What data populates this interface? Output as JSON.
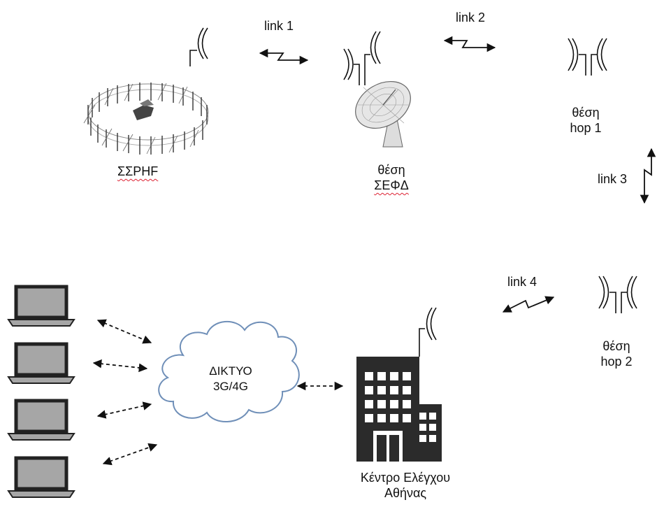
{
  "links": {
    "link1": "link 1",
    "link2": "link 2",
    "link3": "link 3",
    "link4": "link 4"
  },
  "sites": {
    "ssphf": "ΣΣΡΗF",
    "sefd_line1": "θέση",
    "sefd_line2": "ΣΕΦΔ",
    "hop1_line1": "θέση",
    "hop1_line2": "hop 1",
    "hop2_line1": "θέση",
    "hop2_line2": "hop 2",
    "center_line1": "Κέντρο Ελέγχου",
    "center_line2": "Αθήνας"
  },
  "network": {
    "line1": "ΔΙΚΤΥΟ",
    "line2": "3G/4G"
  },
  "colors": {
    "cloud_fill": "#ffffff",
    "cloud_stroke": "#6f8fb8",
    "laptop_screen": "#a6a6a6",
    "building": "#2b2b2b",
    "underline": "#dd2233"
  },
  "icons": [
    "dish-antenna-icon",
    "radar-array-icon",
    "satellite-dish-icon",
    "laptop-icon",
    "building-icon",
    "cloud-icon",
    "zigzag-link-icon"
  ]
}
